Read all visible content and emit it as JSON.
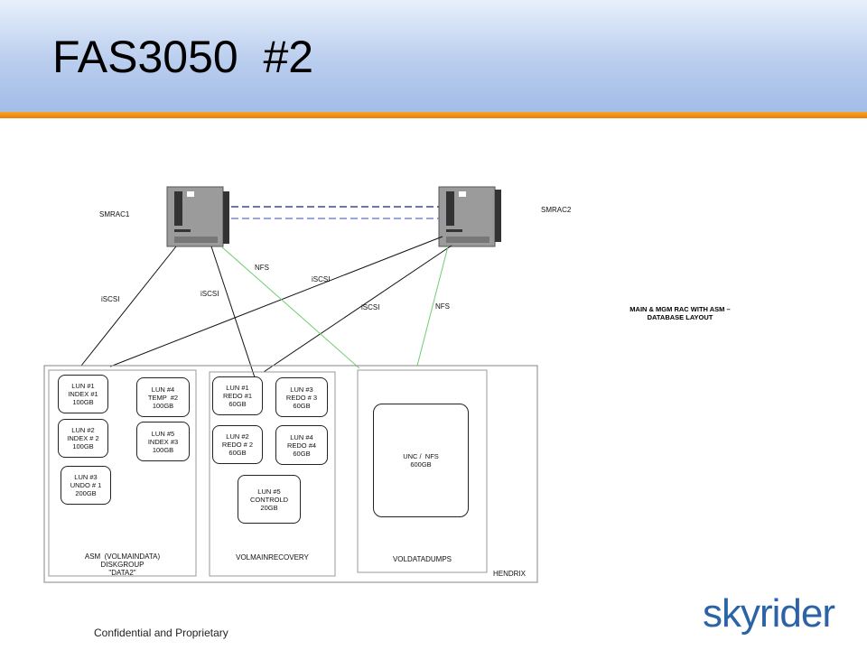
{
  "slide": {
    "title": "FAS3050  #2",
    "footer": "Confidential and Proprietary",
    "logo_text": "skyrider",
    "note": "MAIN & MGM RAC WITH ASM –\nDATABASE LAYOUT"
  },
  "servers": [
    {
      "label": "SMRAC1"
    },
    {
      "label": "SMRAC2"
    }
  ],
  "links": {
    "iscsi_1": "iSCSI",
    "iscsi_2": "iSCSI",
    "iscsi_3": "iSCSI",
    "iscsi_4": "iSCSI",
    "nfs_1": "NFS",
    "nfs_2": "NFS"
  },
  "storage": {
    "name": "HENDRIX",
    "groups": {
      "asm": "ASM  (VOLMAINDATA)\nDISKGROUP\n\"DATA2\"",
      "recovery": "VOLMAINRECOVERY",
      "dumps": "VOLDATADUMPS"
    },
    "luns": {
      "data_1": "LUN #1\nINDEX #1\n100GB",
      "data_2": "LUN #2\nINDEX # 2\n100GB",
      "data_3": "LUN #3\nUNDO # 1\n200GB",
      "data_4": "LUN #4\nTEMP  #2\n100GB",
      "data_5": "LUN #5\nINDEX #3\n100GB",
      "rec_1": "LUN #1\nREDO #1\n60GB",
      "rec_2": "LUN #2\nREDO # 2\n60GB",
      "rec_3": "LUN #3\nREDO # 3\n60GB",
      "rec_4": "LUN #4\nREDO #4\n60GB",
      "rec_5": "LUN #5\nCONTROLD\n20GB",
      "dump_1": "UNC /  NFS\n600GB"
    }
  },
  "colors": {
    "header_blue": "#a3bde8",
    "accent_orange": "#ea7f0b",
    "nfs_green": "#6fcf6f",
    "logo_blue": "#2b63a6",
    "heartbeat_dash_1": "#1a237e",
    "heartbeat_dash_2": "#5a6fd6"
  }
}
